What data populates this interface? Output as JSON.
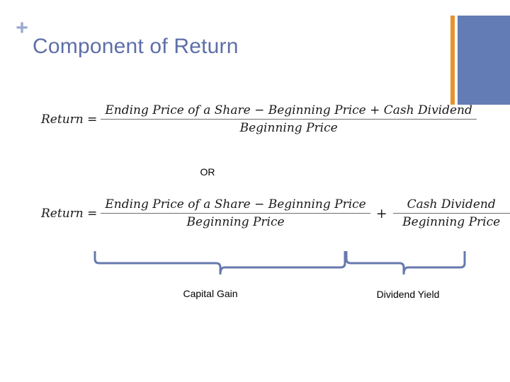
{
  "slide": {
    "title": "Component of Return",
    "decor": {
      "plus_glyph": "+",
      "plus_color": "#9aa9cf",
      "accent_orange": "#e8932b",
      "accent_blue": "#637cb5",
      "title_color": "#5d6fa8"
    }
  },
  "formula_one": {
    "lead": "Return =",
    "numerator": "Ending Price of a Share − Beginning Price + Cash Dividend",
    "denominator": "Beginning Price"
  },
  "connector": {
    "text": "OR"
  },
  "formula_two": {
    "lead": "Return =",
    "left": {
      "numerator": "Ending Price of a Share − Beginning Price",
      "denominator": "Beginning Price"
    },
    "operator": "+",
    "right": {
      "numerator": "Cash Dividend",
      "denominator": "Beginning Price"
    }
  },
  "braces": {
    "color": "#6779ae",
    "items": [
      {
        "label": "Capital Gain"
      },
      {
        "label": "Dividend Yield"
      }
    ]
  }
}
